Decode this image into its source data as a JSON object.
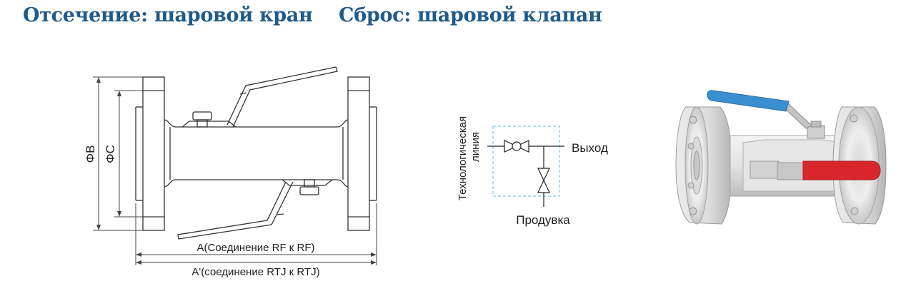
{
  "headings": {
    "cutoff": "Отсечение: шаровой кран",
    "reset": "Сброс: шаровой  клапан"
  },
  "drawing": {
    "dim_b": "ΦB",
    "dim_c": "ΦC",
    "dim_a": "A(Соединение RF к RF)",
    "dim_a_prime": "A'(соединение RTJ к RTJ)"
  },
  "schematic": {
    "process_line_1": "Технологическая",
    "process_line_2": "линия",
    "outlet": "Выход",
    "purge": "Продувка"
  },
  "colors": {
    "heading": "#1f5a8a",
    "upper_handle": "#3a8fd0",
    "lower_handle": "#d9262c",
    "dashed_box": "#7fc4e8"
  }
}
